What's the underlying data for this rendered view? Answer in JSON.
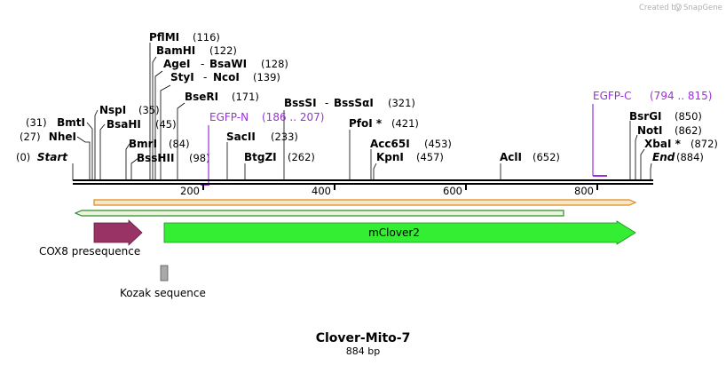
{
  "credit": {
    "prefix": "Created by",
    "brand": "SnapGene"
  },
  "title": "Clover-Mito-7",
  "length_label": "884 bp",
  "sequence_length": 884,
  "ruler_ticks": [
    "200",
    "400",
    "600",
    "800"
  ],
  "sites": [
    {
      "name": "Start",
      "pos": "(0)",
      "label_side": "left",
      "italic": true
    },
    {
      "name": "NheI",
      "pos": "(27)",
      "label_side": "left"
    },
    {
      "name": "BmtI",
      "pos": "(31)",
      "label_side": "left"
    },
    {
      "name": "NspI",
      "pos": "(35)",
      "label_side": "right"
    },
    {
      "name": "BsaHI",
      "pos": "(45)",
      "label_side": "right"
    },
    {
      "name": "BmrI",
      "pos": "(84)",
      "label_side": "right"
    },
    {
      "name": "BssHII",
      "pos": "(98)",
      "label_side": "right"
    },
    {
      "name": "PflMI",
      "pos": "(116)",
      "label_side": "right"
    },
    {
      "name": "BamHI",
      "pos": "(122)",
      "label_side": "right"
    },
    {
      "name": "AgeI",
      "name2": "BsaWI",
      "pos": "(128)",
      "label_side": "right"
    },
    {
      "name": "StyI",
      "name2": "NcoI",
      "pos": "(139)",
      "label_side": "right"
    },
    {
      "name": "BseRI",
      "pos": "(171)",
      "label_side": "right"
    },
    {
      "name": "SacII",
      "pos": "(233)",
      "label_side": "right"
    },
    {
      "name": "BtgZI",
      "pos": "(262)",
      "label_side": "right"
    },
    {
      "name": "BssSI",
      "name2": "BssSαI",
      "pos": "(321)",
      "label_side": "right"
    },
    {
      "name": "PfoI *",
      "pos": "(421)",
      "label_side": "right"
    },
    {
      "name": "Acc65I",
      "pos": "(453)",
      "label_side": "right"
    },
    {
      "name": "KpnI",
      "pos": "(457)",
      "label_side": "right"
    },
    {
      "name": "AclI",
      "pos": "(652)",
      "label_side": "right"
    },
    {
      "name": "BsrGI",
      "pos": "(850)",
      "label_side": "right"
    },
    {
      "name": "NotI",
      "pos": "(862)",
      "label_side": "right"
    },
    {
      "name": "XbaI *",
      "pos": "(872)",
      "label_side": "right"
    },
    {
      "name": "End",
      "pos": "(884)",
      "label_side": "right",
      "italic": true
    }
  ],
  "primers": [
    {
      "name": "EGFP-N",
      "range": "(186 .. 207)"
    },
    {
      "name": "EGFP-C",
      "range": "(794 .. 815)"
    }
  ],
  "features": [
    {
      "name": "COX8 presequence",
      "color": "#993366"
    },
    {
      "name": "mClover2",
      "color": "#33ee33"
    },
    {
      "name": "Kozak sequence",
      "color": "#a9a9a9"
    }
  ],
  "colors": {
    "primer": "#9b30d8",
    "orf_fill": "#f5e6c8",
    "orf_border": "#e08a1e",
    "orf_reverse_fill": "#ecf5dc",
    "orf_reverse_border": "#2e8b2e"
  }
}
